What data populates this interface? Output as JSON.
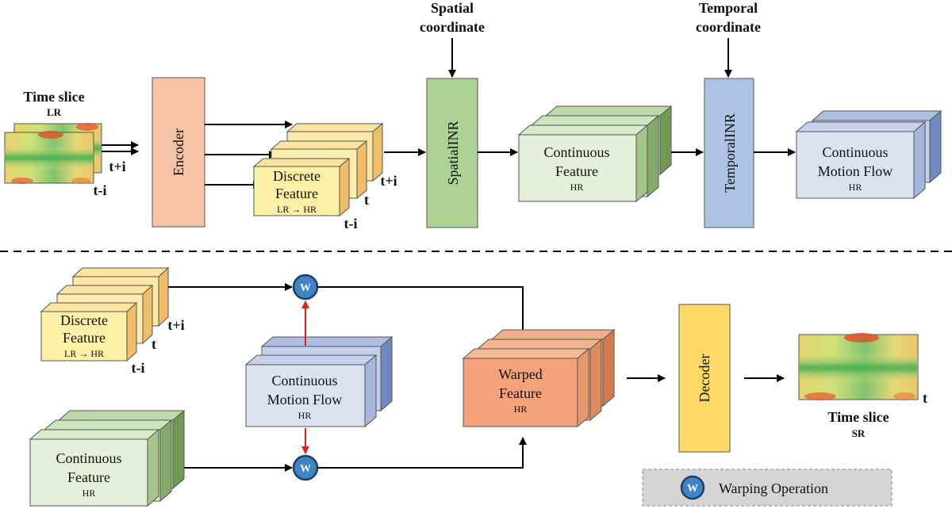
{
  "top": {
    "time_slice_title": "Time slice",
    "time_slice_sub": "LR",
    "label_t_plus_i": "t+i",
    "label_t_minus_i": "t-i",
    "label_t": "t",
    "encoder": "Encoder",
    "discrete_feature": {
      "line1": "Discrete",
      "line2": "Feature",
      "sub": "LR → HR"
    },
    "spatial_coordinate": {
      "line1": "Spatial",
      "line2": "coordinate"
    },
    "spatial_inr": "SpatialINR",
    "continuous_feature": {
      "line1": "Continuous",
      "line2": "Feature",
      "sub": "HR"
    },
    "temporal_coordinate": {
      "line1": "Temporal",
      "line2": "coordinate"
    },
    "temporal_inr": "TemporalINR",
    "continuous_motion_flow": {
      "line1": "Continuous",
      "line2": "Motion Flow",
      "sub": "HR"
    }
  },
  "bottom": {
    "discrete_feature": {
      "line1": "Discrete",
      "line2": "Feature",
      "sub": "LR → HR"
    },
    "label_t_plus_i": "t+i",
    "label_t": "t",
    "label_t_minus_i": "t-i",
    "warp_symbol": "W",
    "continuous_motion_flow": {
      "line1": "Continuous",
      "line2": "Motion Flow",
      "sub": "HR"
    },
    "continuous_feature": {
      "line1": "Continuous",
      "line2": "Feature",
      "sub": "HR"
    },
    "warped_feature": {
      "line1": "Warped",
      "line2": "Feature",
      "sub": "HR"
    },
    "decoder": "Decoder",
    "output_t": "t",
    "time_slice_title": "Time slice",
    "time_slice_sub": "SR"
  },
  "legend": {
    "symbol": "W",
    "label": "Warping Operation"
  },
  "colors": {
    "encoder": "#f6c3a6",
    "discrete_feature": "#fbf0a6",
    "discrete_feature_side": "#f2bd6a",
    "spatial_inr": "#acd295",
    "continuous_feature": "#e4f0d9",
    "continuous_feature_side": "#6f9a52",
    "temporal_inr": "#adc3e5",
    "motion_flow": "#dbe3f2",
    "motion_flow_side": "#7089c0",
    "warped_feature": "#f3a27a",
    "decoder": "#ffd966",
    "warp_circle": "#3e84c6",
    "warp_arrow": "#e02020",
    "legend_box": "#d4d4d4"
  }
}
